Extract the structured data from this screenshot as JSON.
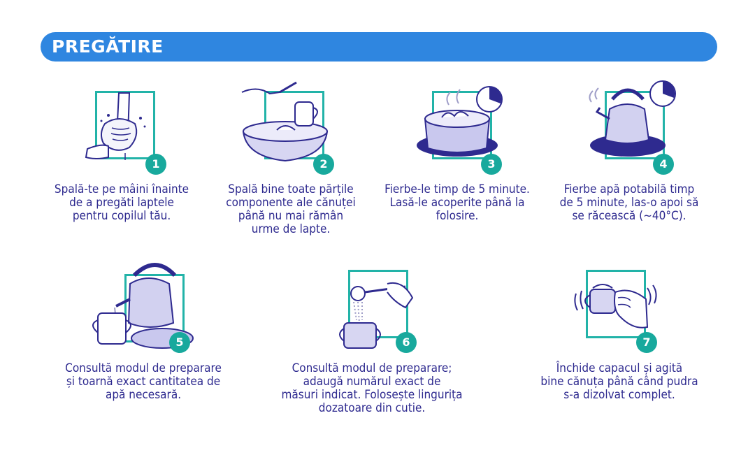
{
  "header": {
    "title": "PREGĂTIRE",
    "bar_color": "#2f86e0"
  },
  "colors": {
    "frame": "#22b3a8",
    "badge": "#18a99d",
    "text": "#2e2a8f"
  },
  "steps": [
    {
      "number": "1",
      "icon": "hand-washing-icon",
      "lines": [
        "Spală-te pe mâini înainte",
        "de a pregăti laptele",
        "pentru copilul tău."
      ]
    },
    {
      "number": "2",
      "icon": "cup-washing-icon",
      "lines": [
        "Spală bine toate părțile",
        "componente ale cănuței",
        "până nu mai rămân",
        "urme de lapte."
      ]
    },
    {
      "number": "3",
      "icon": "boiling-pot-icon",
      "lines": [
        "Fierbe-le timp de 5 minute.",
        "Lasă-le acoperite până la",
        "folosire."
      ]
    },
    {
      "number": "4",
      "icon": "kettle-icon",
      "lines": [
        "Fierbe apă potabilă timp",
        "de 5 minute, las-o apoi să",
        "se răcească (~40°C)."
      ]
    },
    {
      "number": "5",
      "icon": "pouring-water-icon",
      "lines": [
        "Consultă modul de preparare",
        "și toarnă exact cantitatea de",
        "apă necesară."
      ]
    },
    {
      "number": "6",
      "icon": "measuring-spoon-icon",
      "lines": [
        "Consultă modul de preparare;",
        "adaugă numărul exact de",
        "măsuri indicat. Folosește lingurița",
        "dozatoare din cutie."
      ]
    },
    {
      "number": "7",
      "icon": "shaking-cup-icon",
      "lines": [
        "Închide capacul și agită",
        "bine cănuța până când pudra",
        "s-a dizolvat complet."
      ]
    }
  ]
}
